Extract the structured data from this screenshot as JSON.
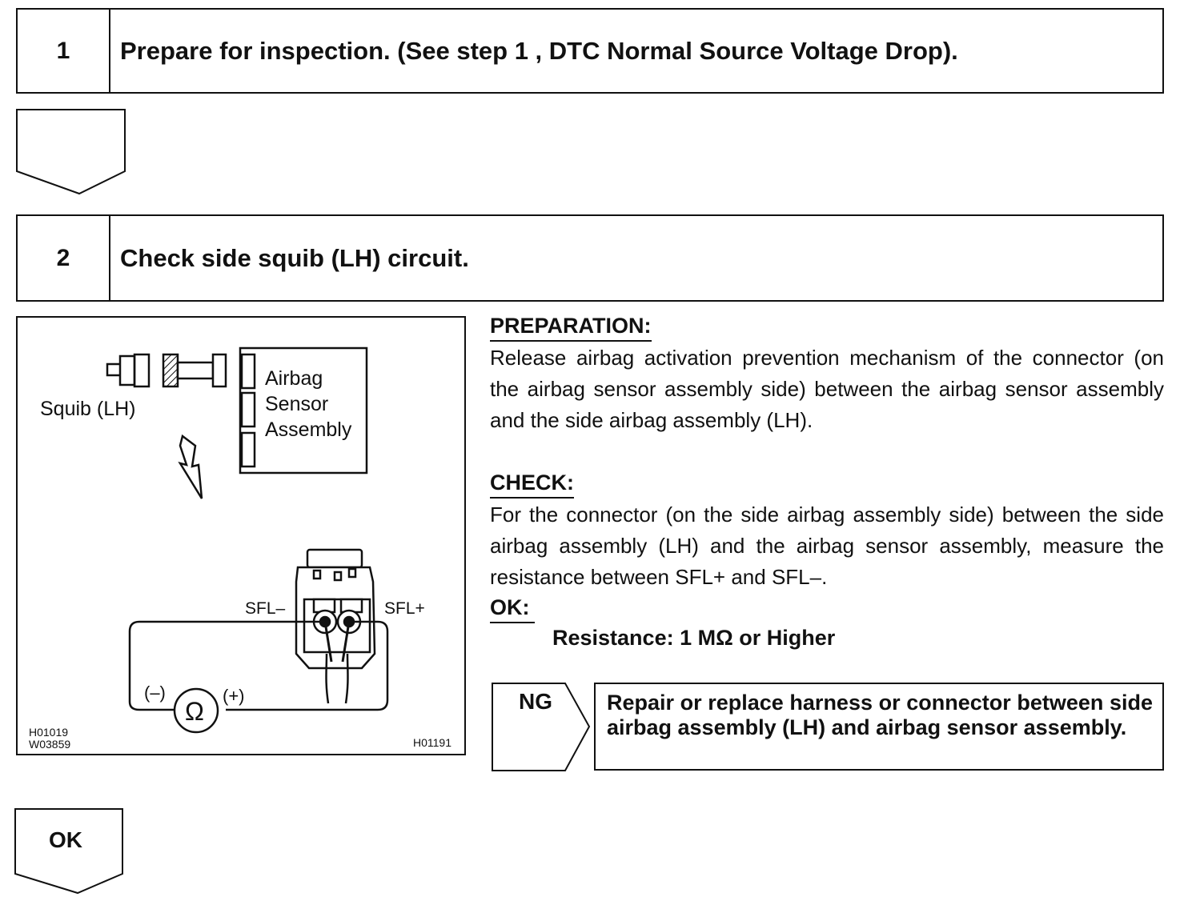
{
  "steps": [
    {
      "number": "1",
      "title": "Prepare for inspection. (See step 1 , DTC Normal Source Voltage Drop)."
    },
    {
      "number": "2",
      "title": "Check side squib (LH) circuit."
    }
  ],
  "figure": {
    "squib_label": "Squib (LH)",
    "sensor_label_1": "Airbag",
    "sensor_label_2": "Sensor",
    "sensor_label_3": "Assembly",
    "sfl_minus": "SFL–",
    "sfl_plus": "SFL+",
    "meter_minus": "(–)",
    "meter_plus": "(+)",
    "ohm_symbol": "Ω",
    "code_left_1": "H01019",
    "code_left_2": "W03859",
    "code_right": "H01191"
  },
  "preparation": {
    "heading": "PREPARATION:",
    "text": "Release airbag activation prevention mechanism of the connector (on the airbag sensor assembly side) between the airbag sensor assembly and the side airbag assembly (LH)."
  },
  "check": {
    "heading": "CHECK:",
    "text": "For the connector (on the side airbag assembly side) between the side airbag assembly (LH) and the airbag sensor assembly, measure the resistance between SFL+ and SFL–."
  },
  "ok": {
    "heading": "OK:",
    "value": "Resistance: 1 MΩ or Higher",
    "label": "OK"
  },
  "ng": {
    "label": "NG",
    "action": "Repair or replace harness or connector between side airbag assembly (LH) and airbag sensor assembly."
  }
}
